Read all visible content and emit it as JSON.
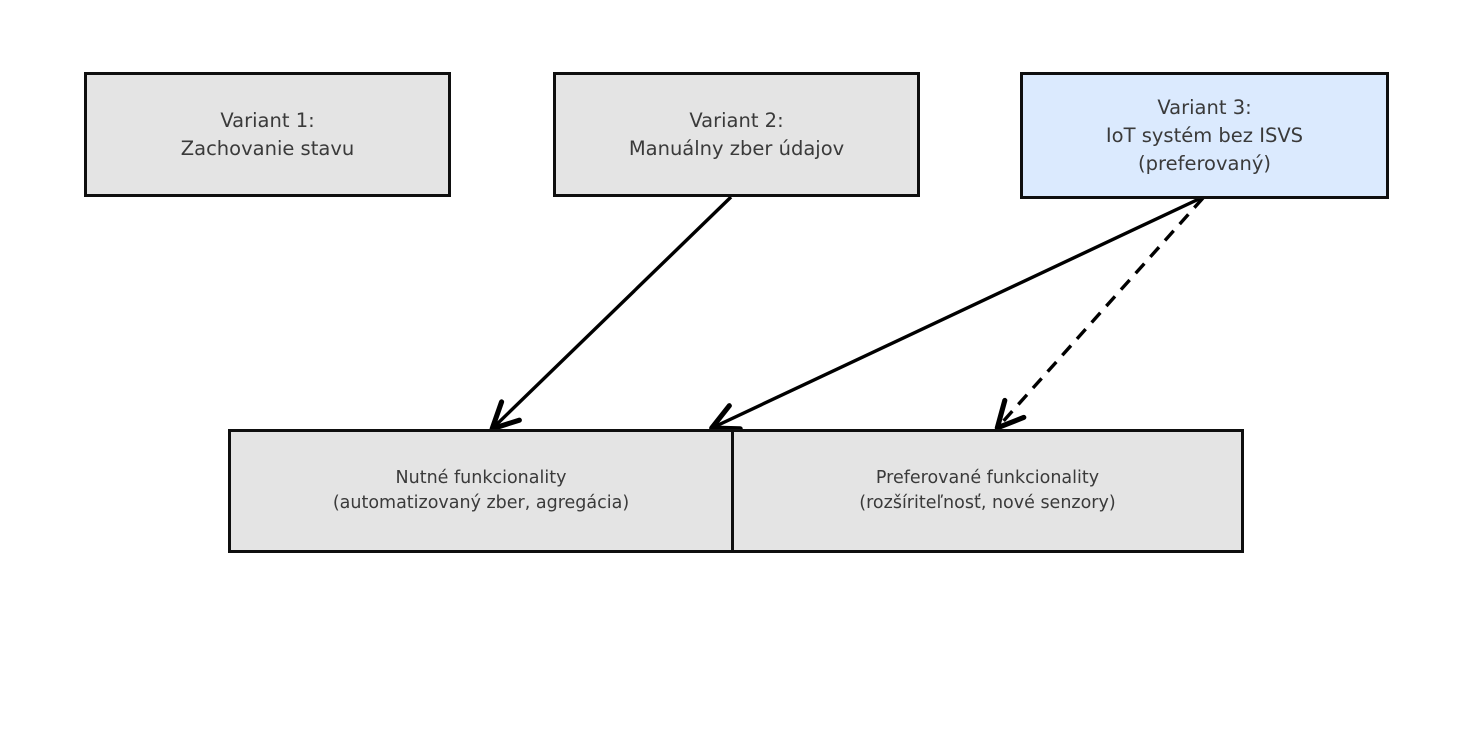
{
  "diagram": {
    "type": "flow-diagram",
    "language": "sk",
    "background_color": "#ffffff",
    "default_node_fill": "#e4e4e4",
    "highlight_node_fill": "#dbeafe",
    "border_color": "#0f0f0f",
    "text_color": "#3a3a3a",
    "nodes": [
      {
        "id": "variant-1",
        "label": "Variant 1:\nZachovanie stavu",
        "line1": "Variant 1:",
        "line2": "Zachovanie stavu",
        "fill": "#e4e4e4",
        "highlighted": false
      },
      {
        "id": "variant-2",
        "label": "Variant 2:\nManuálny zber údajov",
        "line1": "Variant 2:",
        "line2": "Manuálny zber údajov",
        "fill": "#e4e4e4",
        "highlighted": false
      },
      {
        "id": "variant-3",
        "label": "Variant 3:\nIoT systém bez ISVS\n(preferovaný)",
        "line1": "Variant 3:",
        "line2": "IoT systém bez ISVS",
        "line3": "(preferovaný)",
        "fill": "#dbeafe",
        "highlighted": true
      },
      {
        "id": "nutne-funkcionality",
        "label": "Nutné funkcionality\n(automatizovaný zber, agregácia)",
        "line1": "Nutné funkcionality",
        "line2": "(automatizovaný zber, agregácia)",
        "fill": "#e4e4e4",
        "highlighted": false
      },
      {
        "id": "preferovane-funkcionality",
        "label": "Preferované funkcionality\n(rozšíriteľnosť, nové senzory)",
        "line1": "Preferované funkcionality",
        "line2": "(rozšíriteľnosť, nové senzory)",
        "fill": "#e4e4e4",
        "highlighted": false
      }
    ],
    "edges": [
      {
        "id": "edge-variant2-nutne",
        "from": "variant-2",
        "to": "nutne-funkcionality",
        "style": "solid",
        "arrowhead": "open",
        "color": "#000000"
      },
      {
        "id": "edge-variant3-nutne",
        "from": "variant-3",
        "to": "nutne-funkcionality",
        "style": "solid",
        "arrowhead": "open",
        "color": "#000000"
      },
      {
        "id": "edge-variant3-preferovane",
        "from": "variant-3",
        "to": "preferovane-funkcionality",
        "style": "dashed",
        "arrowhead": "open",
        "color": "#000000"
      }
    ]
  }
}
